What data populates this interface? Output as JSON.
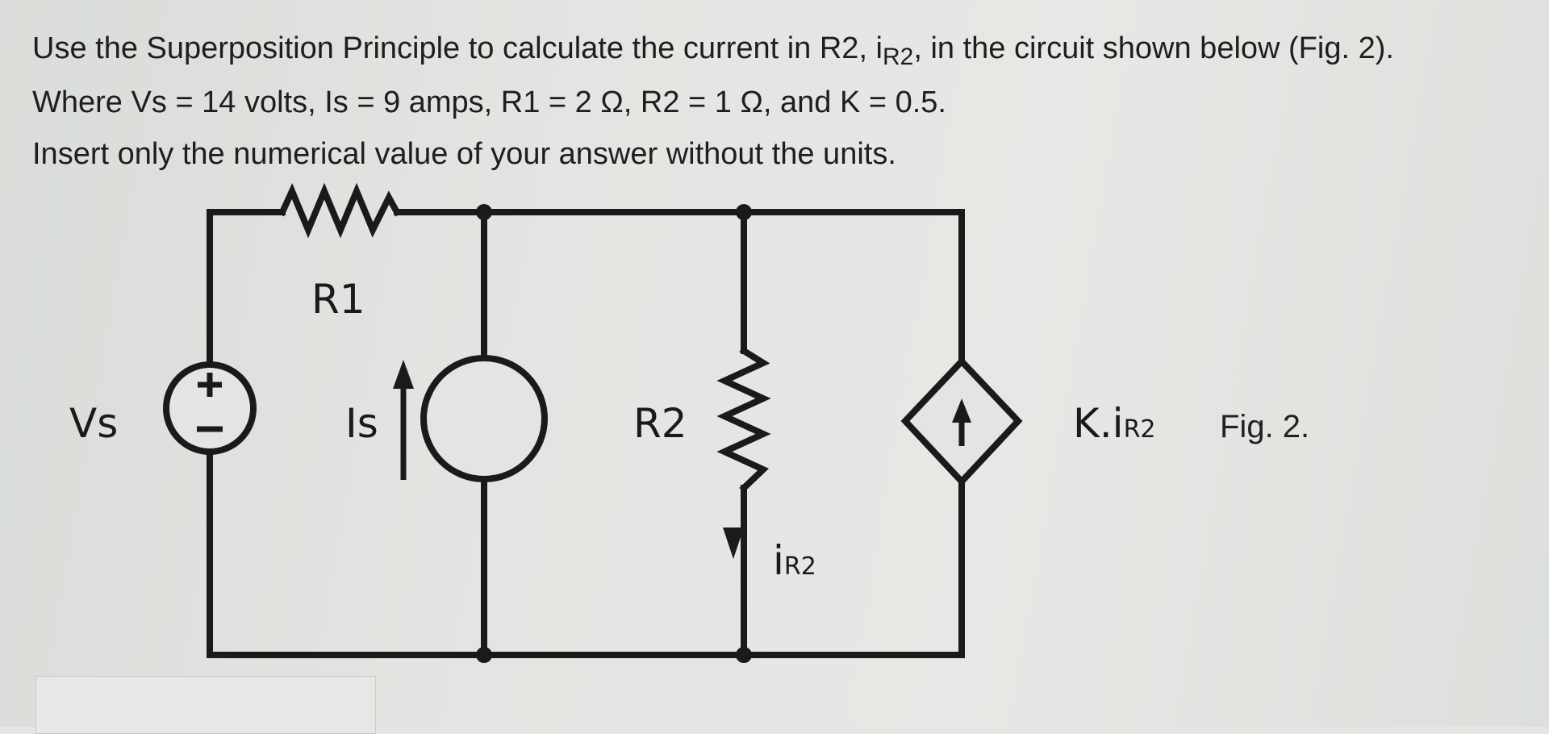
{
  "question": {
    "line1_pre": "Use the Superposition Principle to calculate the current in R2, i",
    "line1_sub": "R2",
    "line1_post": ", in the circuit shown below (Fig. 2).",
    "line2": "Where Vs = 14 volts, Is = 9 amps, R1 = 2 Ω, R2 = 1 Ω,  and K = 0.5.",
    "line3": "Insert only the numerical value of your answer without the units."
  },
  "circuit": {
    "labels": {
      "vs": "Vs",
      "vs_plus": "+",
      "vs_minus": "−",
      "r1": "R1",
      "is": "Is",
      "r2": "R2",
      "ir2_main": "i",
      "ir2_sub": "R2",
      "kir2_main": "K.i",
      "kir2_sub": "R2",
      "figure": "Fig. 2."
    }
  },
  "colors": {
    "background": "#e4e6e3",
    "ink": "#1a1a1a"
  }
}
